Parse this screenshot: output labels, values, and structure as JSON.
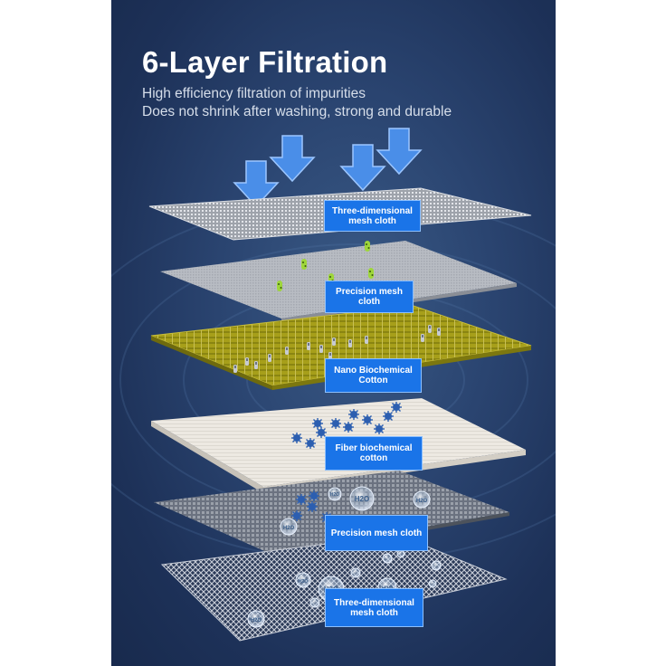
{
  "title": "6-Layer Filtration",
  "subtitle_lines": [
    "High efficiency filtration of impurities",
    "Does not shrink after washing, strong and durable"
  ],
  "layers": [
    {
      "label": "Three-dimensional mesh cloth"
    },
    {
      "label": "Precision mesh cloth"
    },
    {
      "label": "Nano Biochemical Cotton"
    },
    {
      "label": "Fiber biochemical cotton"
    },
    {
      "label": "Precision mesh cloth"
    },
    {
      "label": "Three-dimensional mesh cloth"
    }
  ],
  "bubble_text": "H2O",
  "colors": {
    "background": "#1f355e",
    "label_fill": "#1a74e8",
    "arrow": "#4a8ee8",
    "cotton_yellow": "#a09a18",
    "fiber_white": "#ece8e2",
    "bacteria": "#2c5fb0",
    "virus_green": "#9ed63a"
  },
  "icons": [
    "down-arrow-icon",
    "virus-icon",
    "bacteria-icon",
    "water-bubble-icon"
  ]
}
